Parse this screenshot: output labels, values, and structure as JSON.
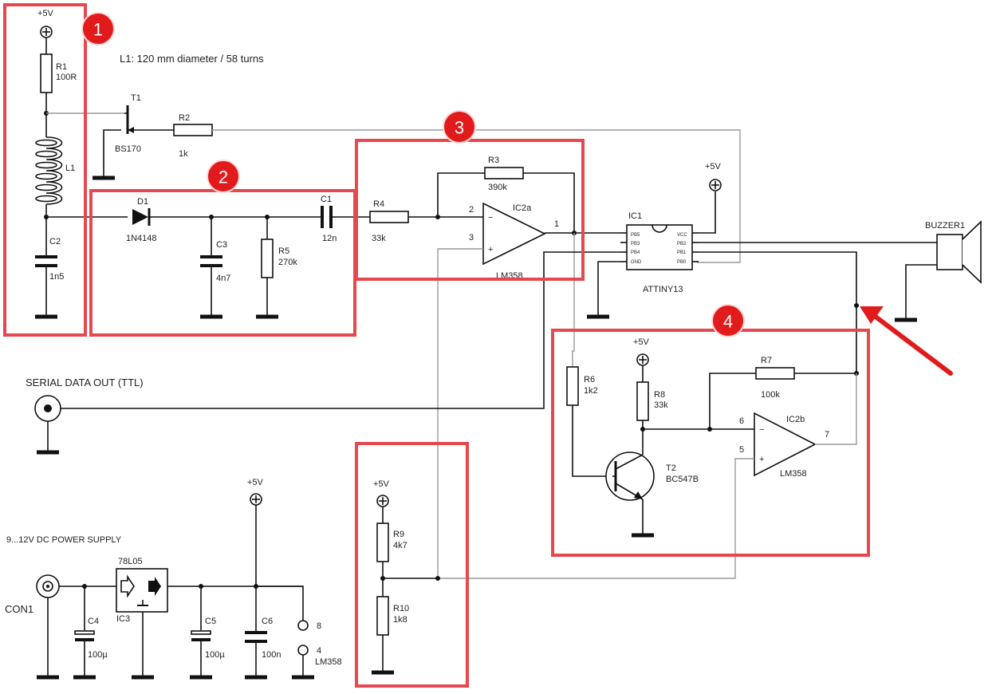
{
  "note": "L1: 120 mm diameter / 58 turns",
  "supply_label": "+5V",
  "power_supply_label": "9...12V DC POWER SUPPLY",
  "serial_label": "SERIAL DATA OUT (TTL)",
  "connector_label": "CON1",
  "regulator_type": "78L05",
  "regulator_ref": "IC3",
  "buzzer_label": "BUZZER1",
  "mcu": {
    "ref": "IC1",
    "part": "ATTINY13",
    "left_pins": [
      "PB5",
      "PB3",
      "PB4",
      "GND"
    ],
    "right_pins": [
      "VCC",
      "PB2",
      "PB1",
      "PB0"
    ]
  },
  "opamp_a": {
    "ref": "IC2a",
    "part": "LM358",
    "pin_in_neg": "2",
    "pin_in_pos": "3",
    "pin_out": "1"
  },
  "opamp_b": {
    "ref": "IC2b",
    "part": "LM358",
    "pin_in_neg": "6",
    "pin_in_pos": "5",
    "pin_out": "7"
  },
  "power_pins": {
    "pin_vcc": "8",
    "pin_gnd": "4",
    "part": "LM358"
  },
  "components": [
    {
      "ref": "R1",
      "value": "100R"
    },
    {
      "ref": "L1",
      "value": ""
    },
    {
      "ref": "C2",
      "value": "1n5"
    },
    {
      "ref": "T1",
      "value": "BS170"
    },
    {
      "ref": "R2",
      "value": "1k"
    },
    {
      "ref": "D1",
      "value": "1N4148"
    },
    {
      "ref": "C3",
      "value": "4n7"
    },
    {
      "ref": "R5",
      "value": "270k"
    },
    {
      "ref": "C1",
      "value": "12n"
    },
    {
      "ref": "R4",
      "value": "33k"
    },
    {
      "ref": "R3",
      "value": "390k"
    },
    {
      "ref": "R6",
      "value": "1k2"
    },
    {
      "ref": "R8",
      "value": "33k"
    },
    {
      "ref": "R7",
      "value": "100k"
    },
    {
      "ref": "T2",
      "value": "BC547B"
    },
    {
      "ref": "R9",
      "value": "4k7"
    },
    {
      "ref": "R10",
      "value": "1k8"
    },
    {
      "ref": "C4",
      "value": "100µ"
    },
    {
      "ref": "C5",
      "value": "100µ"
    },
    {
      "ref": "C6",
      "value": "100n"
    }
  ],
  "badges": [
    "1",
    "2",
    "3",
    "4"
  ],
  "colors": {
    "highlight": "#e5484f",
    "badge": "#e11b1b",
    "wire": "#111111",
    "signal_wire": "#9a9a9a"
  }
}
